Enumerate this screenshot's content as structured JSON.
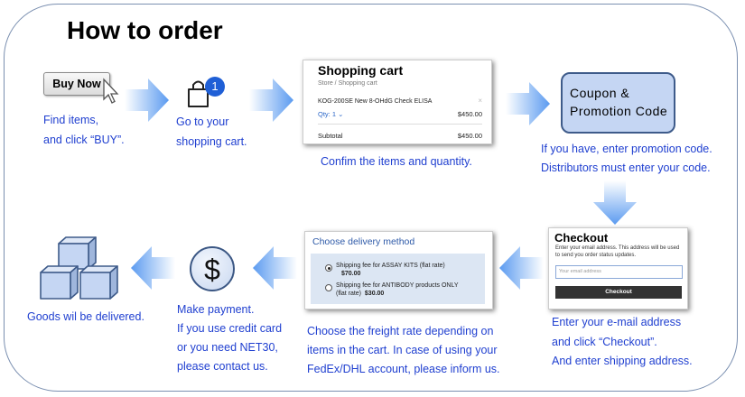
{
  "title": "How to order",
  "steps": {
    "buy": {
      "button": "Buy Now",
      "line1": "Find items,",
      "line2": "and click “BUY”."
    },
    "cart_icon": {
      "badge": "1",
      "line1": "Go to your",
      "line2": "shopping cart."
    },
    "cart": {
      "title": "Shopping cart",
      "crumb": "Store  /  Shopping cart",
      "item": "KOG-200SE New 8-OHdG Check ELISA",
      "remove": "×",
      "qty": "Qty: 1",
      "price": "$450.00",
      "subtotal_label": "Subtotal",
      "subtotal_value": "$450.00",
      "caption": "Confim the items and quantity."
    },
    "coupon": {
      "line1": "Coupon &",
      "line2": "Promotion  Code",
      "caption1": "If you have, enter promotion code.",
      "caption2": "Distributors must enter your code."
    },
    "checkout": {
      "title": "Checkout",
      "desc": "Enter your email address. This address will be used to send you order status updates.",
      "placeholder": "Your email address",
      "button": "Checkout",
      "caption1": "Enter your e-mail address",
      "caption2": "and click “Checkout”.",
      "caption3": "And enter shipping address."
    },
    "delivery": {
      "title": "Choose delivery method",
      "opt1_label": "Shipping fee for ASSAY KITS (flat rate)",
      "opt1_price": "$70.00",
      "opt2_label": "Shipping fee for ANTIBODY products ONLY",
      "opt2_label2": "(flat rate)",
      "opt2_price": "$30.00",
      "caption1": "Choose the freight rate depending on",
      "caption2": "items in the cart. In case of using your",
      "caption3": "FedEx/DHL account, please inform us."
    },
    "payment": {
      "symbol": "$",
      "caption1": "Make payment.",
      "caption2": "If you use credit card",
      "caption3": "or you need NET30,",
      "caption4": "please contact us."
    },
    "delivered": {
      "caption": "Goods wil be delivered."
    }
  },
  "colors": {
    "caption": "#1f3fd0",
    "arrow": "#5b9bf0",
    "icon_fill": "#c5d6f3",
    "icon_stroke": "#3e5b8a"
  },
  "icons": [
    "cursor-icon",
    "shopping-bag-icon",
    "arrow-right-icon",
    "arrow-down-icon",
    "arrow-left-icon",
    "dollar-icon",
    "boxes-icon"
  ]
}
